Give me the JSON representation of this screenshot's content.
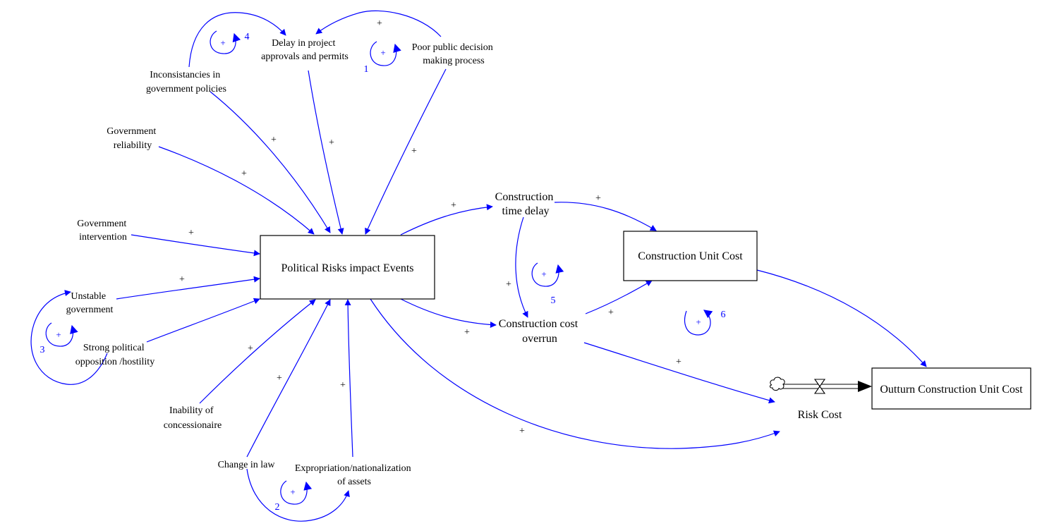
{
  "nodes": {
    "delay_approvals": [
      "Delay in project",
      "approvals and permits"
    ],
    "poor_public": [
      "Poor public decision",
      "making process"
    ],
    "inconsistancies": [
      "Inconsistancies in",
      "government policies"
    ],
    "gov_reliability": [
      "Government",
      "reliability"
    ],
    "gov_intervention": [
      "Government",
      "intervention"
    ],
    "unstable_gov": [
      "Unstable",
      "government"
    ],
    "strong_opposition": [
      "Strong political",
      "opposition /hostility"
    ],
    "inability": [
      "Inability of",
      "concessionaire"
    ],
    "change_law": [
      "Change in law"
    ],
    "expropriation": [
      "Expropriation/nationalization",
      "of assets"
    ],
    "construction_time_delay": [
      "Construction",
      "time delay"
    ],
    "construction_cost_overrun": [
      "Construction cost",
      "overrun"
    ],
    "risk_cost": [
      "Risk Cost"
    ]
  },
  "boxes": {
    "political_risks": "Political Risks impact Events",
    "construction_unit_cost": "Construction Unit Cost",
    "outturn": "Outturn Construction Unit Cost"
  },
  "polarity": "+",
  "loops": [
    {
      "id": "1",
      "sign": "+"
    },
    {
      "id": "2",
      "sign": "+"
    },
    {
      "id": "3",
      "sign": "+"
    },
    {
      "id": "4",
      "sign": "+"
    },
    {
      "id": "5",
      "sign": "+"
    },
    {
      "id": "6",
      "sign": "+"
    }
  ]
}
